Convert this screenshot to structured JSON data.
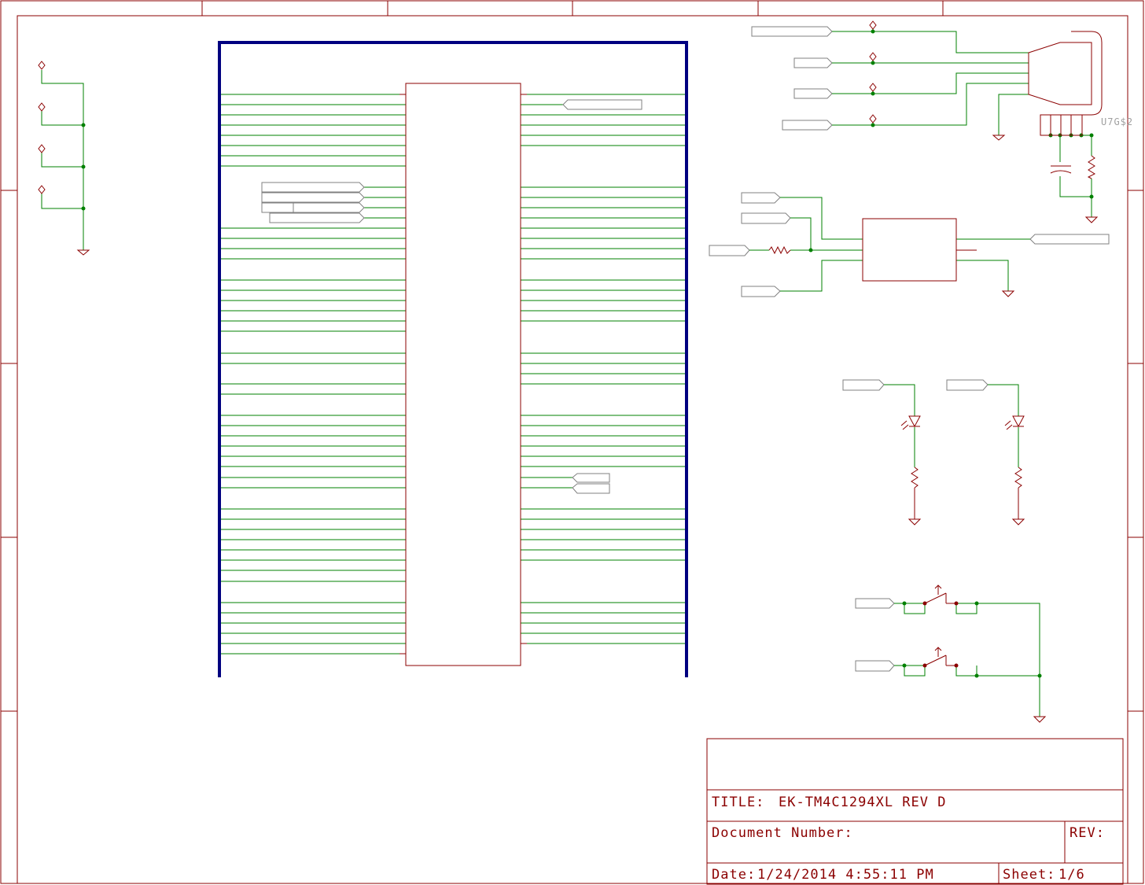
{
  "title_block": {
    "title_label": "TITLE:",
    "title_value": "EK-TM4C1294XL REV D",
    "doc_number_label": "Document Number:",
    "rev_label": "REV:",
    "date_label": "Date:",
    "date_value": "1/24/2014 4:55:11 PM",
    "sheet_label": "Sheet:",
    "sheet_value": "1/6"
  },
  "component_labels": {
    "usb_gate": "U7G$2"
  },
  "colors": {
    "frame": "#8b0000",
    "wire": "#008000",
    "bus": "#000080",
    "junction": "#008000",
    "net_label": "#808080"
  }
}
